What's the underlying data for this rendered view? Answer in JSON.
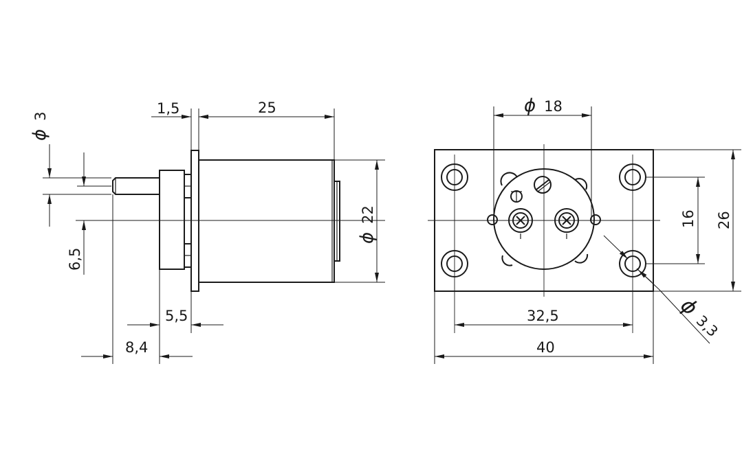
{
  "side_view": {
    "dims": {
      "shaft_diameter": {
        "symbol": "ϕ",
        "value": "3"
      },
      "flange_thickness": "1,5",
      "body_length": "25",
      "body_diameter": {
        "symbol": "ϕ",
        "value": "22"
      },
      "shaft_offset": "6,5",
      "hub_length": "5,5",
      "shaft_length": "8,4"
    }
  },
  "front_view": {
    "dims": {
      "pilot_diameter": {
        "symbol": "ϕ",
        "value": "18"
      },
      "hole_spacing_vertical": "16",
      "plate_height": "26",
      "hole_spacing_horizontal": "32,5",
      "plate_width": "40",
      "hole_diameter": {
        "symbol": "ϕ",
        "value": "3,3"
      }
    }
  }
}
